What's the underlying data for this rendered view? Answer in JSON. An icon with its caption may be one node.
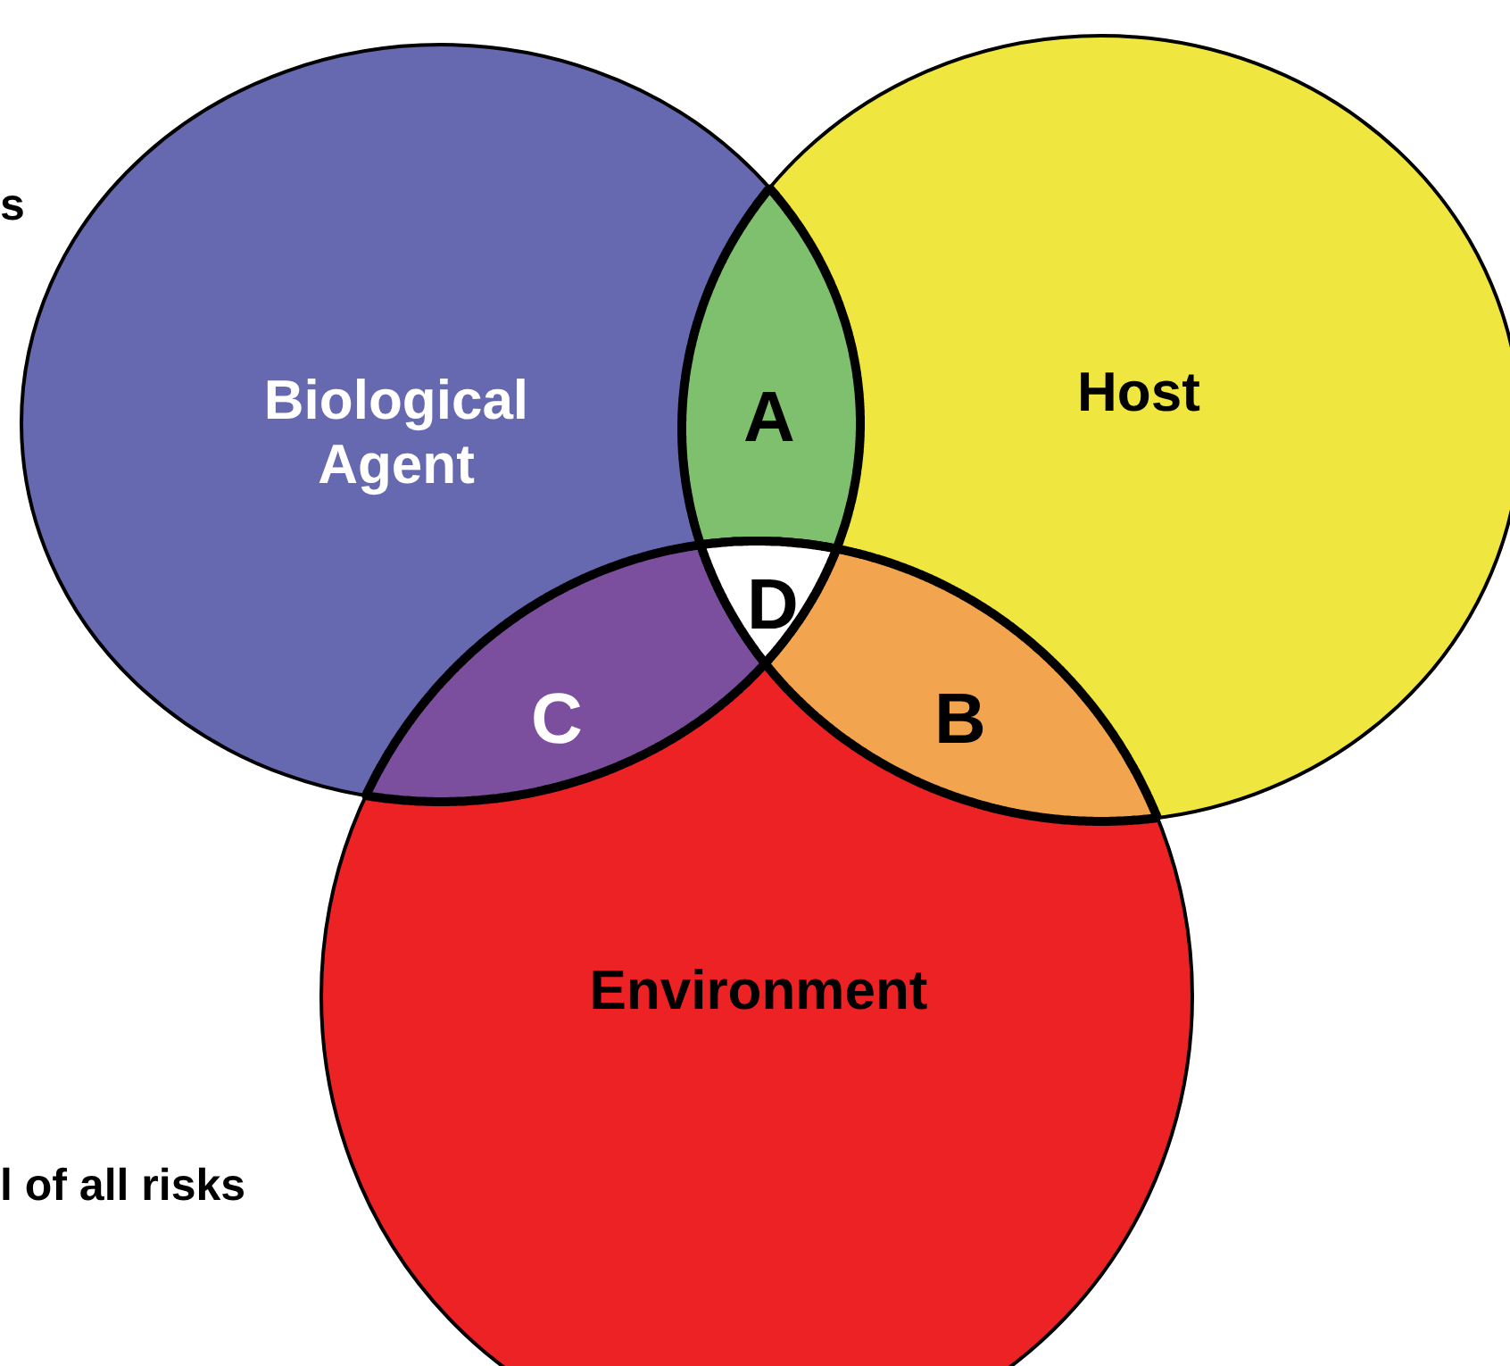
{
  "diagram": {
    "nodes": [
      {
        "text": [
          "Biological Agent"
        ]
      },
      {
        "text": [
          "Host"
        ]
      },
      {
        "text": [
          "Environment"
        ]
      },
      {
        "text": [
          "A"
        ]
      },
      {
        "text": [
          "B"
        ]
      },
      {
        "text": [
          "C"
        ]
      },
      {
        "text": [
          "D"
        ]
      }
    ],
    "labels": [
      "s",
      "l of all risks"
    ]
  }
}
